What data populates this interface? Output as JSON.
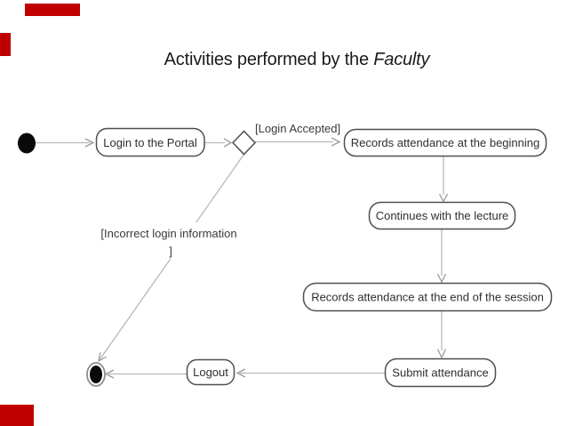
{
  "title": {
    "text": "Activities performed by the ",
    "emphasis": "Faculty"
  },
  "accent_color": "#c00000",
  "diagram": {
    "type": "uml-activity-diagram",
    "nodes": [
      {
        "id": "login",
        "label": "Login to the Portal"
      },
      {
        "id": "records_beginning",
        "label": "Records attendance at the beginning"
      },
      {
        "id": "continues",
        "label": "Continues with the lecture"
      },
      {
        "id": "records_end",
        "label": "Records attendance at the end of the session"
      },
      {
        "id": "submit",
        "label": "Submit attendance"
      },
      {
        "id": "logout",
        "label": "Logout"
      }
    ],
    "guards": [
      {
        "id": "login_accepted",
        "label": "[Login Accepted]"
      },
      {
        "id": "incorrect_login",
        "label": "[Incorrect login information",
        "label_line2": "]"
      }
    ],
    "special_nodes": [
      {
        "id": "initial",
        "kind": "initial-state"
      },
      {
        "id": "final",
        "kind": "final-state"
      }
    ]
  }
}
